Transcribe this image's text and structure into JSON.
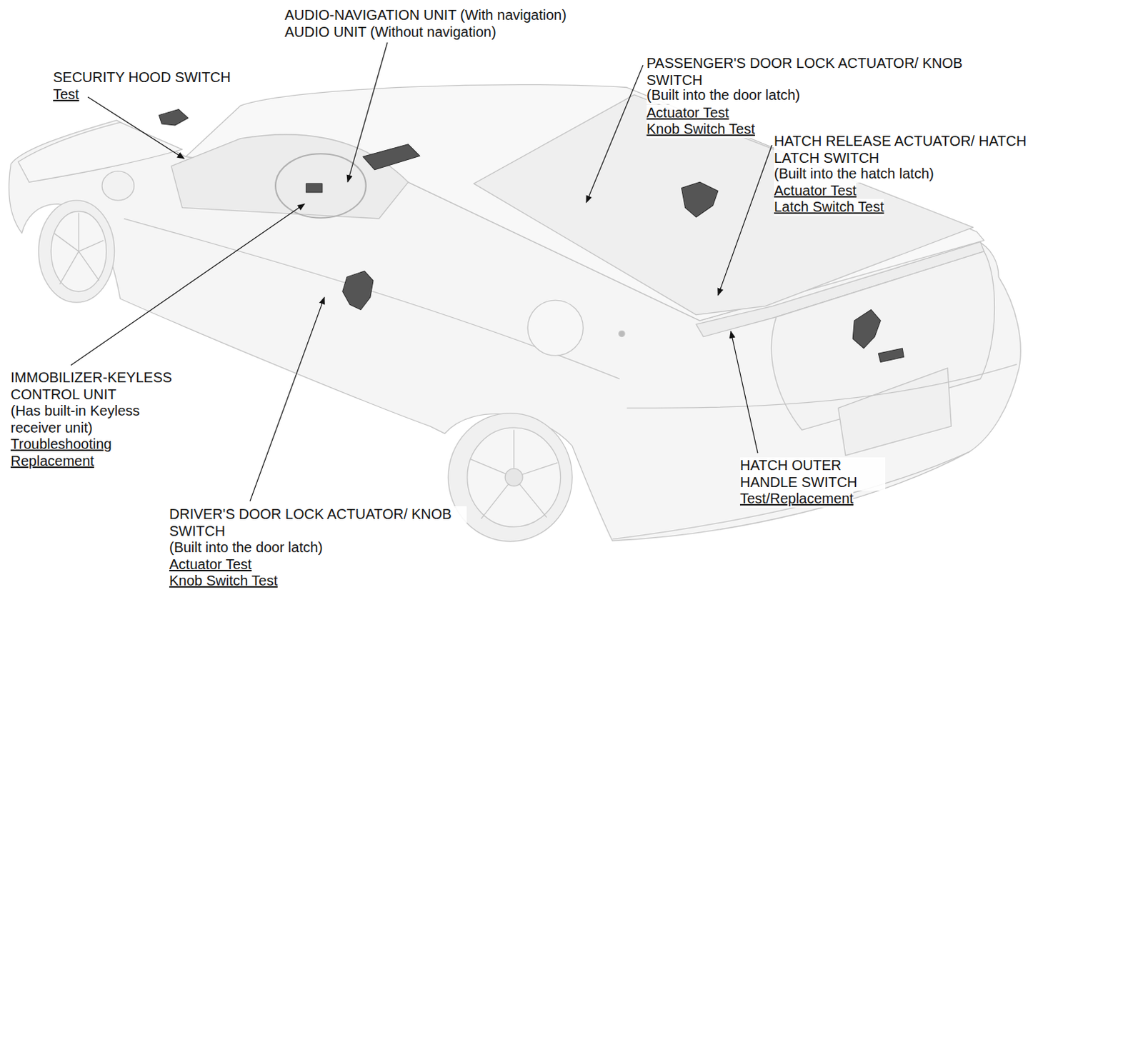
{
  "diagram": {
    "labels": [
      "AUDIO-NAVIGATION UNIT (With navigation)",
      "AUDIO UNIT (Without navigation)",
      "SECURITY HOOD SWITCH",
      "Test",
      "PASSENGER'S DOOR LOCK ACTUATOR/ KNOB SWITCH",
      "(Built into the door latch)",
      "Actuator Test",
      "Knob Switch Test",
      "HATCH RELEASE ACTUATOR/ HATCH LATCH SWITCH",
      "(Built into the hatch latch)",
      "Actuator Test",
      "Latch Switch Test",
      "IMMOBILIZER-KEYLESS CONTROL UNIT",
      "(Has built-in Keyless receiver unit)",
      "Troubleshooting",
      "Replacement",
      "DRIVER'S DOOR LOCK ACTUATOR/ KNOB SWITCH",
      "(Built into the door latch)",
      "Actuator Test",
      "Knob Switch Test",
      "HATCH OUTER HANDLE SWITCH",
      "Test/Replacement"
    ]
  }
}
